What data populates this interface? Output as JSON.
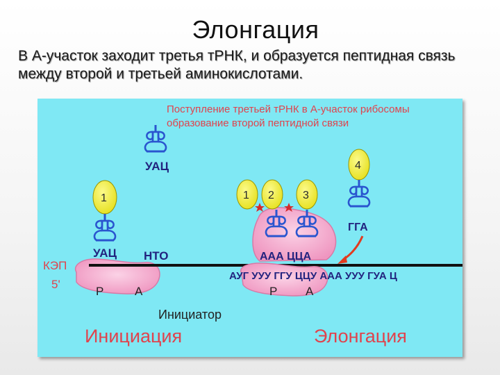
{
  "slide": {
    "title": "Элонгация",
    "text": "В А-участок заходит третья тРНК, и образуется пептидная связь между второй и третьей аминокислотами."
  },
  "diagram": {
    "caption_line1": "Поступление третьей тРНК в А-участок рибосомы",
    "caption_line2": "образование второй пептидной связи",
    "left": {
      "free_trna_anticodon": "УАЦ",
      "amino_acid_1": "1",
      "bound_trna_anticodon": "УАЦ",
      "cap_label": "КЭП",
      "five_prime_label": "5'",
      "utr_label": "НТО",
      "p_site": "Р",
      "a_site": "А",
      "initiator_label": "Инициатор",
      "stage_label": "Инициация"
    },
    "right": {
      "amino_acids": [
        "1",
        "2",
        "3"
      ],
      "anticodons": "ААА ЦЦА",
      "incoming_amino_acid": "4",
      "incoming_anticodon": "ГГА",
      "mrna_sequence": "АУГ УУУ ГГУ ЦЦУ ААА УУУ ГУА Ц",
      "p_site": "Р",
      "a_site": "А",
      "stage_label": "Элонгация"
    },
    "colors": {
      "background": "#7fe8f4",
      "ribosome": "#f6aecf",
      "amino_acid": "#f2ef3c",
      "trna": "#2a55cf",
      "label_red": "#e0434d",
      "label_blue": "#22237e",
      "peptide_star": "#d42a2a"
    }
  }
}
